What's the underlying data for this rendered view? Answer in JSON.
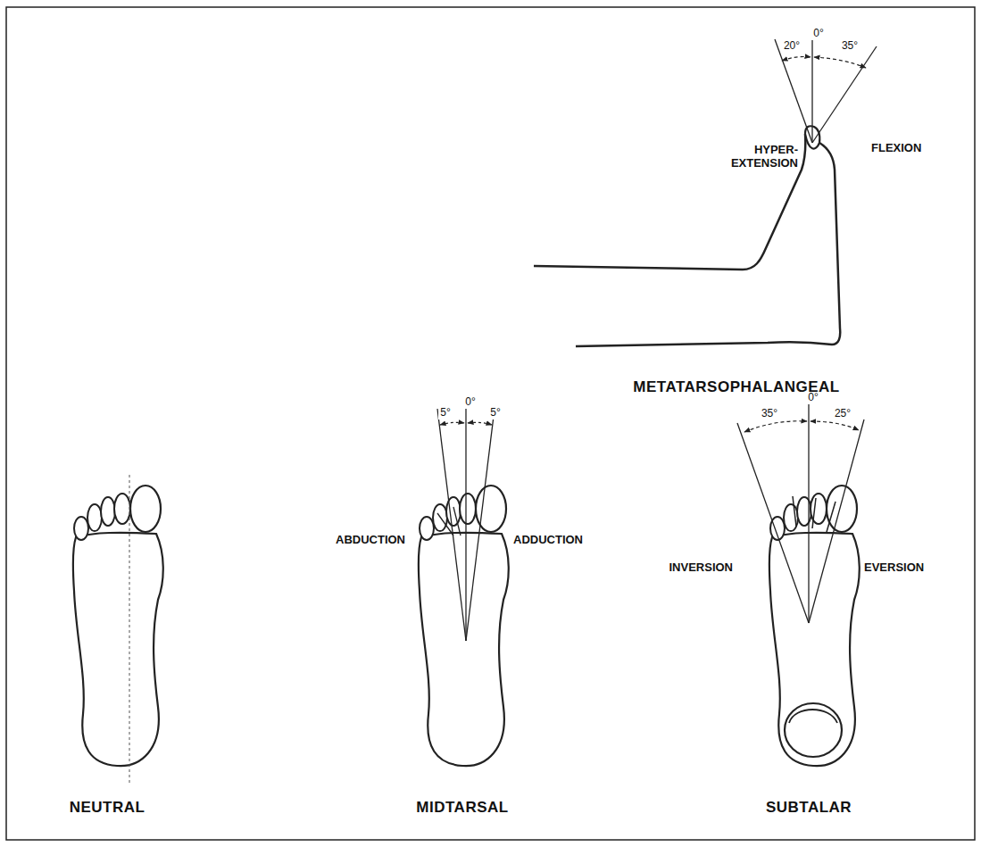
{
  "diagram": {
    "labels": [
      "20°",
      "0°",
      "35°",
      "HYPER- EXTENSION",
      "FLEXION",
      "METATARSOPHALANGEAL",
      "5°",
      "0°",
      "5°",
      "ABDUCTION",
      "ADDUCTION",
      "35°",
      "0°",
      "25°",
      "INVERSION",
      "EVERSION",
      "NEUTRAL",
      "MIDTARSAL",
      "SUBTALAR"
    ]
  }
}
